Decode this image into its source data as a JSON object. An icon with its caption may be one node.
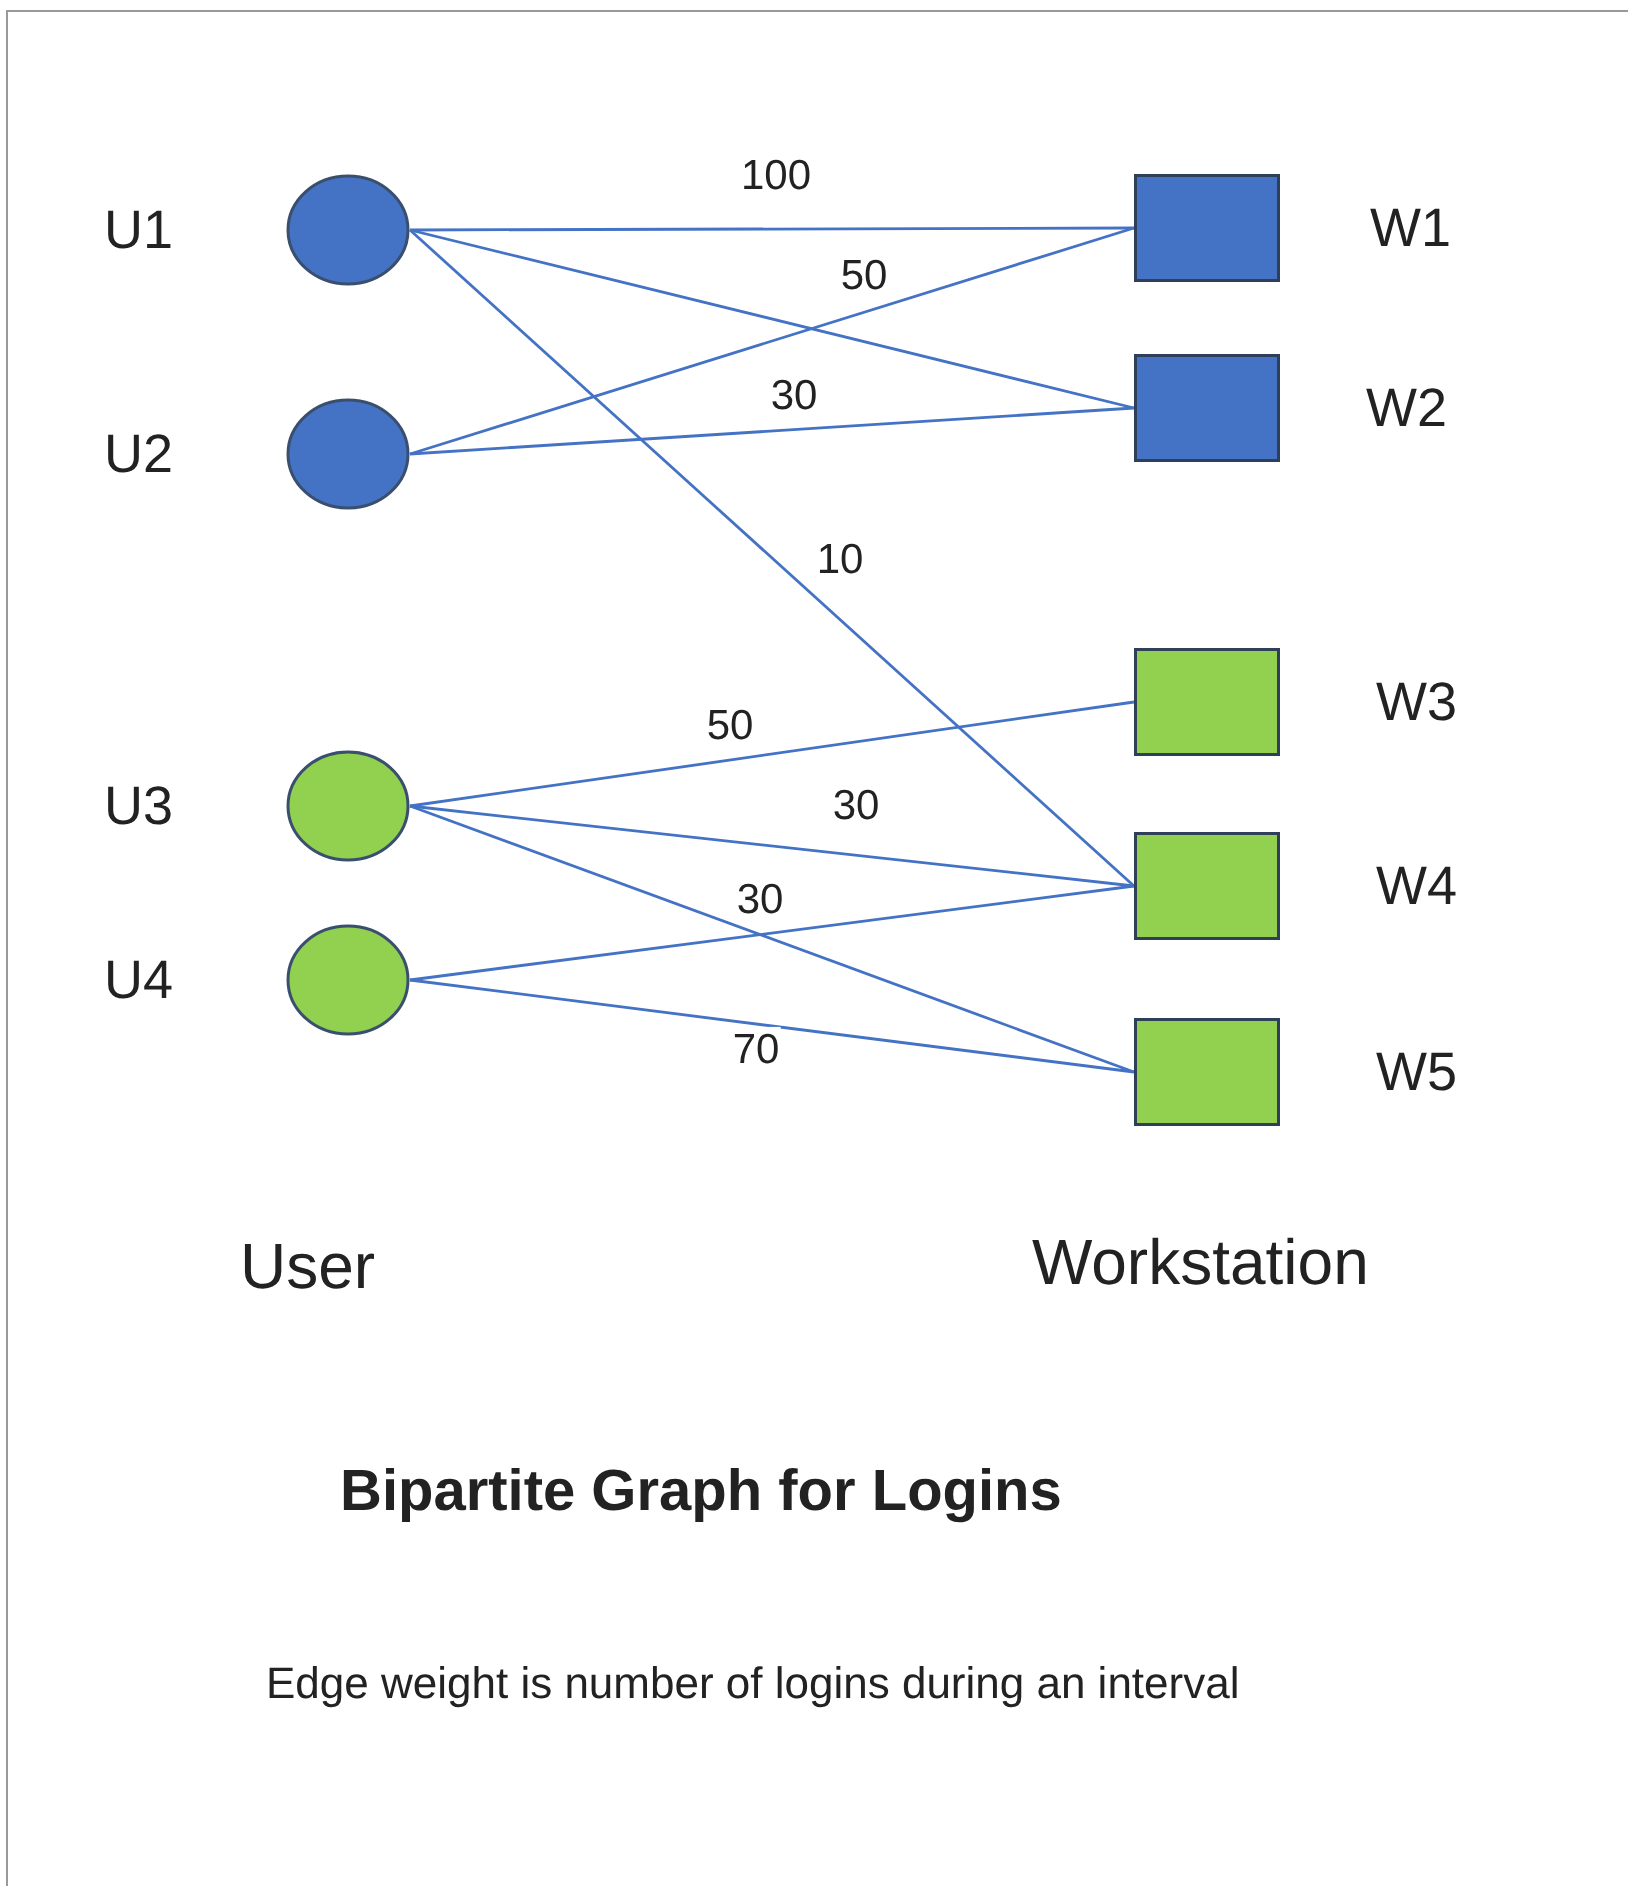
{
  "diagram": {
    "title": "Bipartite Graph for Logins",
    "caption": "Edge weight is number of logins during an interval",
    "nodes": [
      {
        "text": [],
        "shape": "circle",
        "beside": [
          "U1"
        ]
      },
      {
        "text": [],
        "shape": "circle",
        "beside": [
          "U2"
        ]
      },
      {
        "text": [],
        "shape": "circle",
        "beside": [
          "U3"
        ]
      },
      {
        "text": [],
        "shape": "circle",
        "beside": [
          "U4"
        ]
      },
      {
        "text": [],
        "shape": "box",
        "beside": [
          "W1"
        ]
      },
      {
        "text": [],
        "shape": "box",
        "beside": [
          "W2"
        ]
      },
      {
        "text": [],
        "shape": "box",
        "beside": [
          "W3"
        ]
      },
      {
        "text": [],
        "shape": "box",
        "beside": [
          "W4"
        ]
      },
      {
        "text": [],
        "shape": "box",
        "beside": [
          "W5"
        ]
      }
    ],
    "edges": [
      {
        "from": 0,
        "to": 4,
        "arrow": "none",
        "label": "100"
      },
      {
        "from": 0,
        "to": 5,
        "arrow": "none"
      },
      {
        "from": 0,
        "to": 7,
        "arrow": "none",
        "label": "10"
      },
      {
        "from": 1,
        "to": 4,
        "arrow": "none",
        "label": "50"
      },
      {
        "from": 1,
        "to": 5,
        "arrow": "none",
        "label": "30"
      },
      {
        "from": 2,
        "to": 6,
        "arrow": "none",
        "label": "50"
      },
      {
        "from": 2,
        "to": 7,
        "arrow": "none",
        "label": "30"
      },
      {
        "from": 2,
        "to": 8,
        "arrow": "none"
      },
      {
        "from": 3,
        "to": 7,
        "arrow": "none",
        "label": "30"
      },
      {
        "from": 3,
        "to": 8,
        "arrow": "none",
        "label": "70"
      }
    ],
    "labels": [
      "User",
      "Workstation"
    ]
  }
}
